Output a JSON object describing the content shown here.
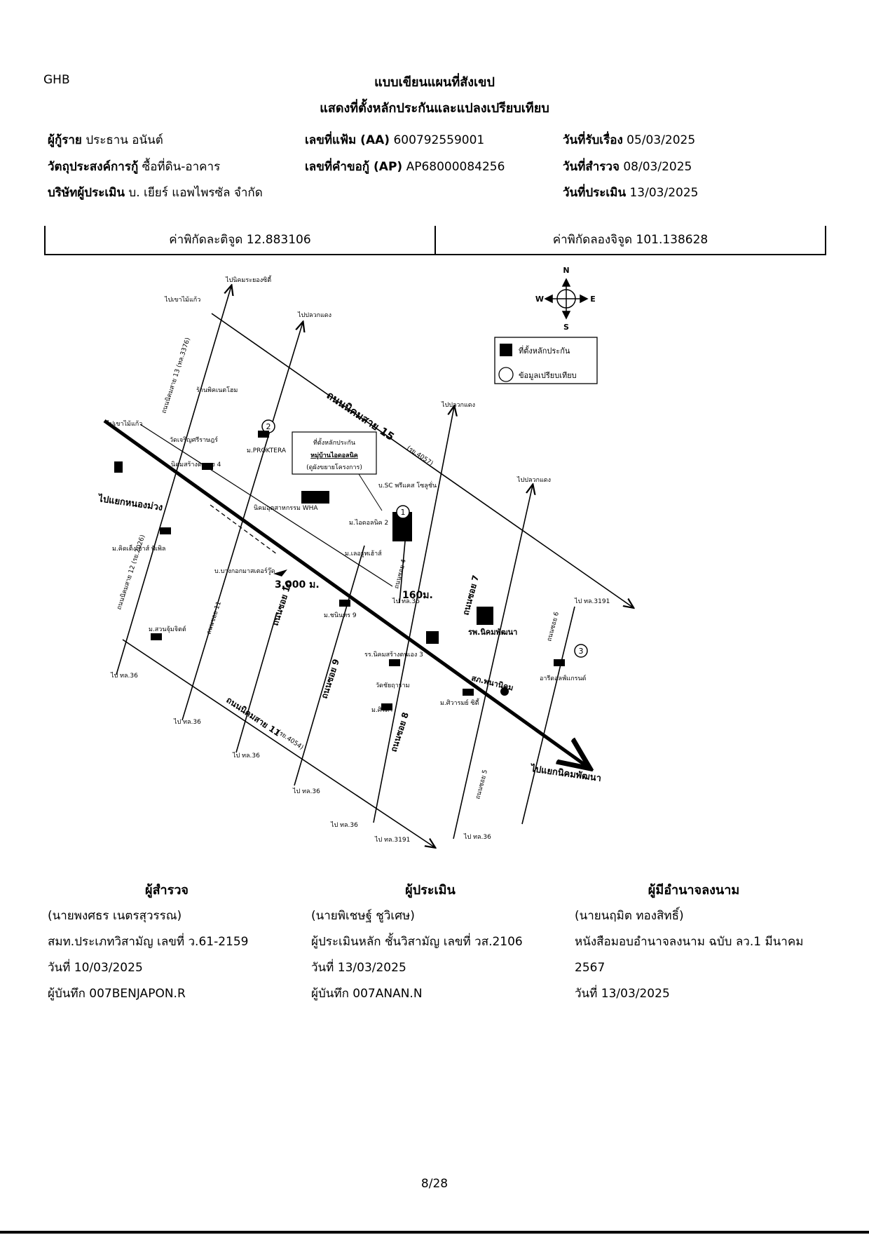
{
  "header": {
    "bank": "GHB",
    "title": "แบบเขียนแผนที่สังเขป",
    "subtitle": "แสดงที่ตั้งหลักประกันและแปลงเปรียบเทียบ"
  },
  "info": {
    "borrower_label": "ผู้กู้ราย",
    "borrower": "ประธาน อนันต์",
    "purpose_label": "วัตถุประสงค์การกู้",
    "purpose": "ซื้อที่ดิน-อาคาร",
    "appraiser_co_label": "บริษัทผู้ประเมิน",
    "appraiser_co": "บ. เยียร์ แอพไพรซัล จำกัด",
    "file_no_label": "เลขที่แฟ้ม (AA)",
    "file_no": "600792559001",
    "request_no_label": "เลขที่คำขอกู้ (AP)",
    "request_no": "AP68000084256",
    "received_label": "วันที่รับเรื่อง",
    "received": "05/03/2025",
    "survey_label": "วันที่สำรวจ",
    "survey": "08/03/2025",
    "appraise_label": "วันที่ประเมิน",
    "appraise": "13/03/2025"
  },
  "coords": {
    "lat_label": "ค่าพิกัดละติจูด",
    "lat": "12.883106",
    "lon_label": "ค่าพิกัดลองจิจูด",
    "lon": "101.138628"
  },
  "map": {
    "compass": {
      "n": "N",
      "s": "S",
      "e": "E",
      "w": "W"
    },
    "legend": {
      "collateral": "ที่ตั้งหลักประกัน",
      "comparable": "ข้อมูลเปรียบเทียบ"
    },
    "callout": [
      "ที่ตั้งหลักประกัน",
      "หมู่บ้านไอดอลนิค",
      "(ดูผังขยายโครงการ)"
    ],
    "distances": [
      "3,000 ม.",
      "160ม."
    ],
    "comparables": [
      "1",
      "2",
      "3"
    ],
    "labels": [
      "ไปนิคมระยองซิตี้",
      "ไปเขาไม้แก้ว",
      "ไปปลวกแดง",
      "ไปปลวกแดง",
      "ไปปลวกแดง",
      "ไปเขาไม้แก้ว",
      "ไปแยกหนองม่วง",
      "ไปแยกนิคมพัฒนา",
      "ไป ทล.3191",
      "ไป ทล.3191",
      "ไป ทล.36",
      "ไป ทล.36",
      "ไป ทล.36",
      "ไป ทล.36",
      "ไป ทล.36",
      "ไป ทล.36",
      "ไป ทล.36",
      "ถนนนิคมสาย 15",
      "(รย.4057)",
      "ถนนนิคมสาย 13 (ทล.3376)",
      "ถนนนิคมสาย 11",
      "(รย.4054)",
      "ถนนนิคมสาย 12 (รย.2026)",
      "ถนนซอย 11",
      "ถนนซอย 10",
      "ถนนซอย 9",
      "ถนนซอย 8",
      "ถนนซอย 7",
      "ถนนซอย 6",
      "ถนนซอย 5",
      "ถนนซอย 4",
      "ร้านพิคเนตโฮม",
      "วัดเจริญศรีราษฎร์",
      "ม.PROKTERA",
      "นิคมสร้างตนเอง 4",
      "นิคมอุตสาหกรรม WHA",
      "บ.SC พรีแคส โซลูชั่น",
      "ม.ไอดอลนิค 2",
      "ม.คิดเต็งเฮ้าส์ พีเพิล",
      "บ.บางกอกมาสเตอร์วู๊ด",
      "ม.เลอรูทเฮ้าส์",
      "ม.ชนินทร 9",
      "ม.สวนจุ้มจิตต์",
      "รร.นิคมสร้างตนเอง 3",
      "วัดชัยฤาราม",
      "ม.ศิรดา",
      "ม.ศิวารมย์ ซิตี้",
      "รพ.นิคมพัฒนา",
      "สภ.พนานิคม",
      "อารีดอลฟ์แกรนด์"
    ]
  },
  "signatures": [
    {
      "role": "ผู้สำรวจ",
      "name": "(นายพงศธร เนตรสุวรรณ)",
      "line1": "สมท.ประเภทวิสามัญ เลขที่ ว.61-2159",
      "line2": "",
      "date": "วันที่ 10/03/2025",
      "recorder": "ผู้บันทึก 007BENJAPON.R"
    },
    {
      "role": "ผู้ประเมิน",
      "name": "(นายพิเชษฐ์ ชูวิเศษ)",
      "line1": "ผู้ประเมินหลัก ชั้นวิสามัญ เลขที่ วส.2106",
      "line2": "",
      "date": "วันที่ 13/03/2025",
      "recorder": "ผู้บันทึก 007ANAN.N"
    },
    {
      "role": "ผู้มีอำนาจลงนาม",
      "name": "(นายนฤมิต ทองสิทธิ์)",
      "line1": "หนังสือมอบอำนาจลงนาม ฉบับ ลว.1 มีนาคม",
      "line2": "2567",
      "date": "วันที่ 13/03/2025",
      "recorder": ""
    }
  ],
  "footer": {
    "page": "8/28"
  }
}
